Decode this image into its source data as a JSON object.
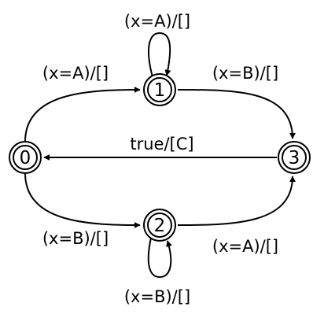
{
  "diagram": {
    "states": [
      {
        "id": "s0",
        "label": "0",
        "final": true
      },
      {
        "id": "s1",
        "label": "1",
        "final": true
      },
      {
        "id": "s2",
        "label": "2",
        "final": true
      },
      {
        "id": "s3",
        "label": "3",
        "final": true
      }
    ],
    "transitions": [
      {
        "from": "0",
        "to": "1",
        "label": "(x=A)/[]"
      },
      {
        "from": "1",
        "to": "1",
        "label": "(x=A)/[]"
      },
      {
        "from": "1",
        "to": "3",
        "label": "(x=B)/[]"
      },
      {
        "from": "3",
        "to": "0",
        "label": "true/[C]"
      },
      {
        "from": "0",
        "to": "2",
        "label": "(x=B)/[]"
      },
      {
        "from": "2",
        "to": "2",
        "label": "(x=B)/[]"
      },
      {
        "from": "2",
        "to": "3",
        "label": "(x=A)/[]"
      }
    ]
  }
}
